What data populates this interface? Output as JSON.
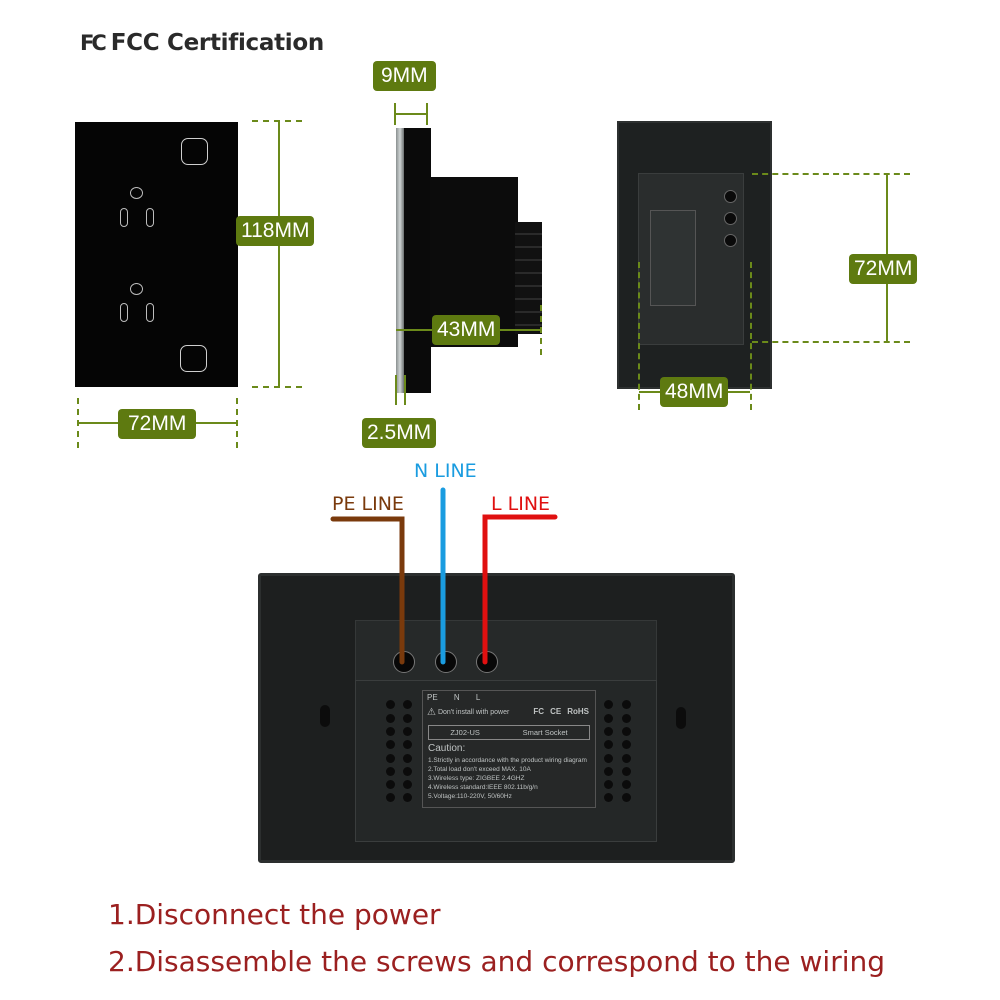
{
  "header": {
    "logo_text": "FC",
    "title": "FCC Certification"
  },
  "front_view": {
    "height_label": "118MM",
    "width_label": "72MM"
  },
  "side_view": {
    "panel_depth_label": "9MM",
    "total_depth_label": "43MM",
    "glass_thickness_label": "2.5MM"
  },
  "back_view": {
    "height_label": "72MM",
    "width_label": "48MM"
  },
  "wiring": {
    "pe": {
      "label": "PE LINE",
      "color": "#7a3a0c"
    },
    "n": {
      "label": "N LINE",
      "color": "#1a9ce0"
    },
    "l": {
      "label": "L LINE",
      "color": "#e01010"
    }
  },
  "device_label": {
    "terminals": [
      "PE",
      "N",
      "L"
    ],
    "warning": "Don't install with power",
    "certs": [
      "FC",
      "CE",
      "RoHS"
    ],
    "model": "ZJ02-US",
    "product": "Smart Socket",
    "caution_title": "Caution:",
    "caution_items": [
      "1.Strictly in accordance with the product wiring diagram",
      "2.Total load don't exceed MAX. 10A",
      "3.Wireless type: ZIGBEE 2.4GHZ",
      "4.Wireless standard:IEEE 802.11b/g/n",
      "5.Voltage:110-220V, 50/60Hz"
    ]
  },
  "instructions": {
    "step1": "1.Disconnect the power",
    "step2": "2.Disassemble the screws and correspond to the wiring"
  }
}
